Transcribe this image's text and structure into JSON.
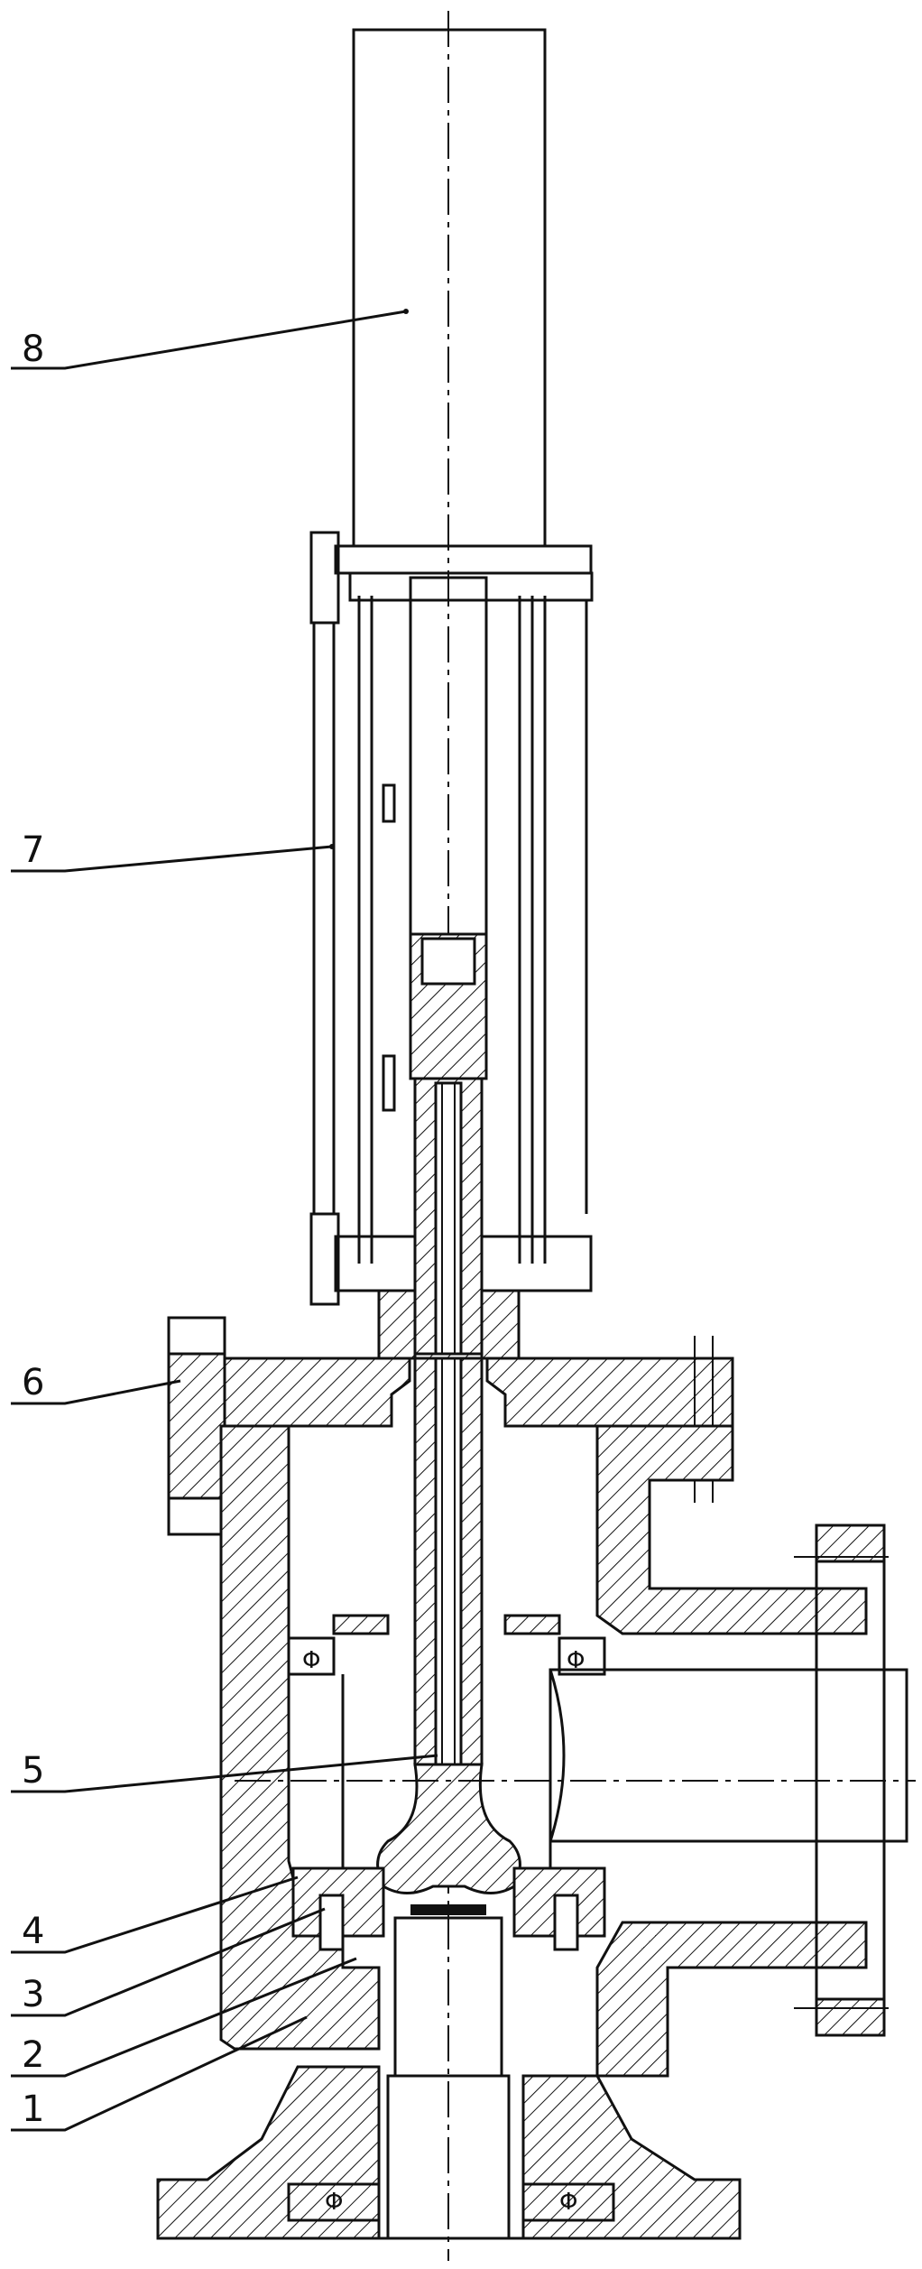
{
  "diagram": {
    "callouts": [
      {
        "id": "8",
        "text": "8"
      },
      {
        "id": "7",
        "text": "7"
      },
      {
        "id": "6",
        "text": "6"
      },
      {
        "id": "5",
        "text": "5"
      },
      {
        "id": "4",
        "text": "4"
      },
      {
        "id": "3",
        "text": "3"
      },
      {
        "id": "2",
        "text": "2"
      },
      {
        "id": "1",
        "text": "1"
      }
    ],
    "symbols": {
      "phi": "Φ"
    },
    "colors": {
      "line": "#111111",
      "background": "#ffffff"
    }
  }
}
